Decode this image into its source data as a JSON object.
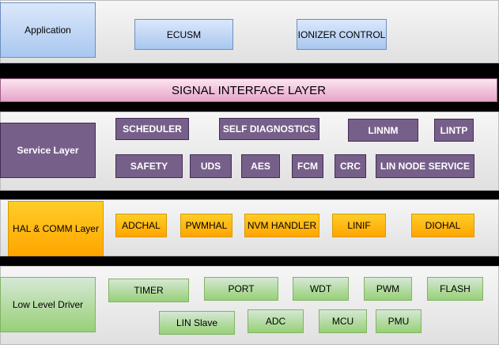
{
  "application": {
    "label": "Application",
    "items": [
      "ECUSM",
      "IONIZER CONTROL"
    ]
  },
  "signal_interface": {
    "label": "SIGNAL INTERFACE LAYER"
  },
  "service": {
    "label": "Service Layer",
    "row1": [
      "SCHEDULER",
      "SELF DIAGNOSTICS",
      "LINNM",
      "LINTP"
    ],
    "row2": [
      "SAFETY",
      "UDS",
      "AES",
      "FCM",
      "CRC",
      "LIN NODE SERVICE"
    ]
  },
  "hal": {
    "label": "HAL & COMM Layer",
    "items": [
      "ADCHAL",
      "PWMHAL",
      "NVM HANDLER",
      "LINIF",
      "DIOHAL"
    ]
  },
  "lld": {
    "label": "Low Level Driver",
    "row1": [
      "TIMER",
      "PORT",
      "WDT",
      "PWM",
      "FLASH"
    ],
    "row2": [
      "LIN Slave",
      "ADC",
      "MCU",
      "PMU"
    ]
  }
}
